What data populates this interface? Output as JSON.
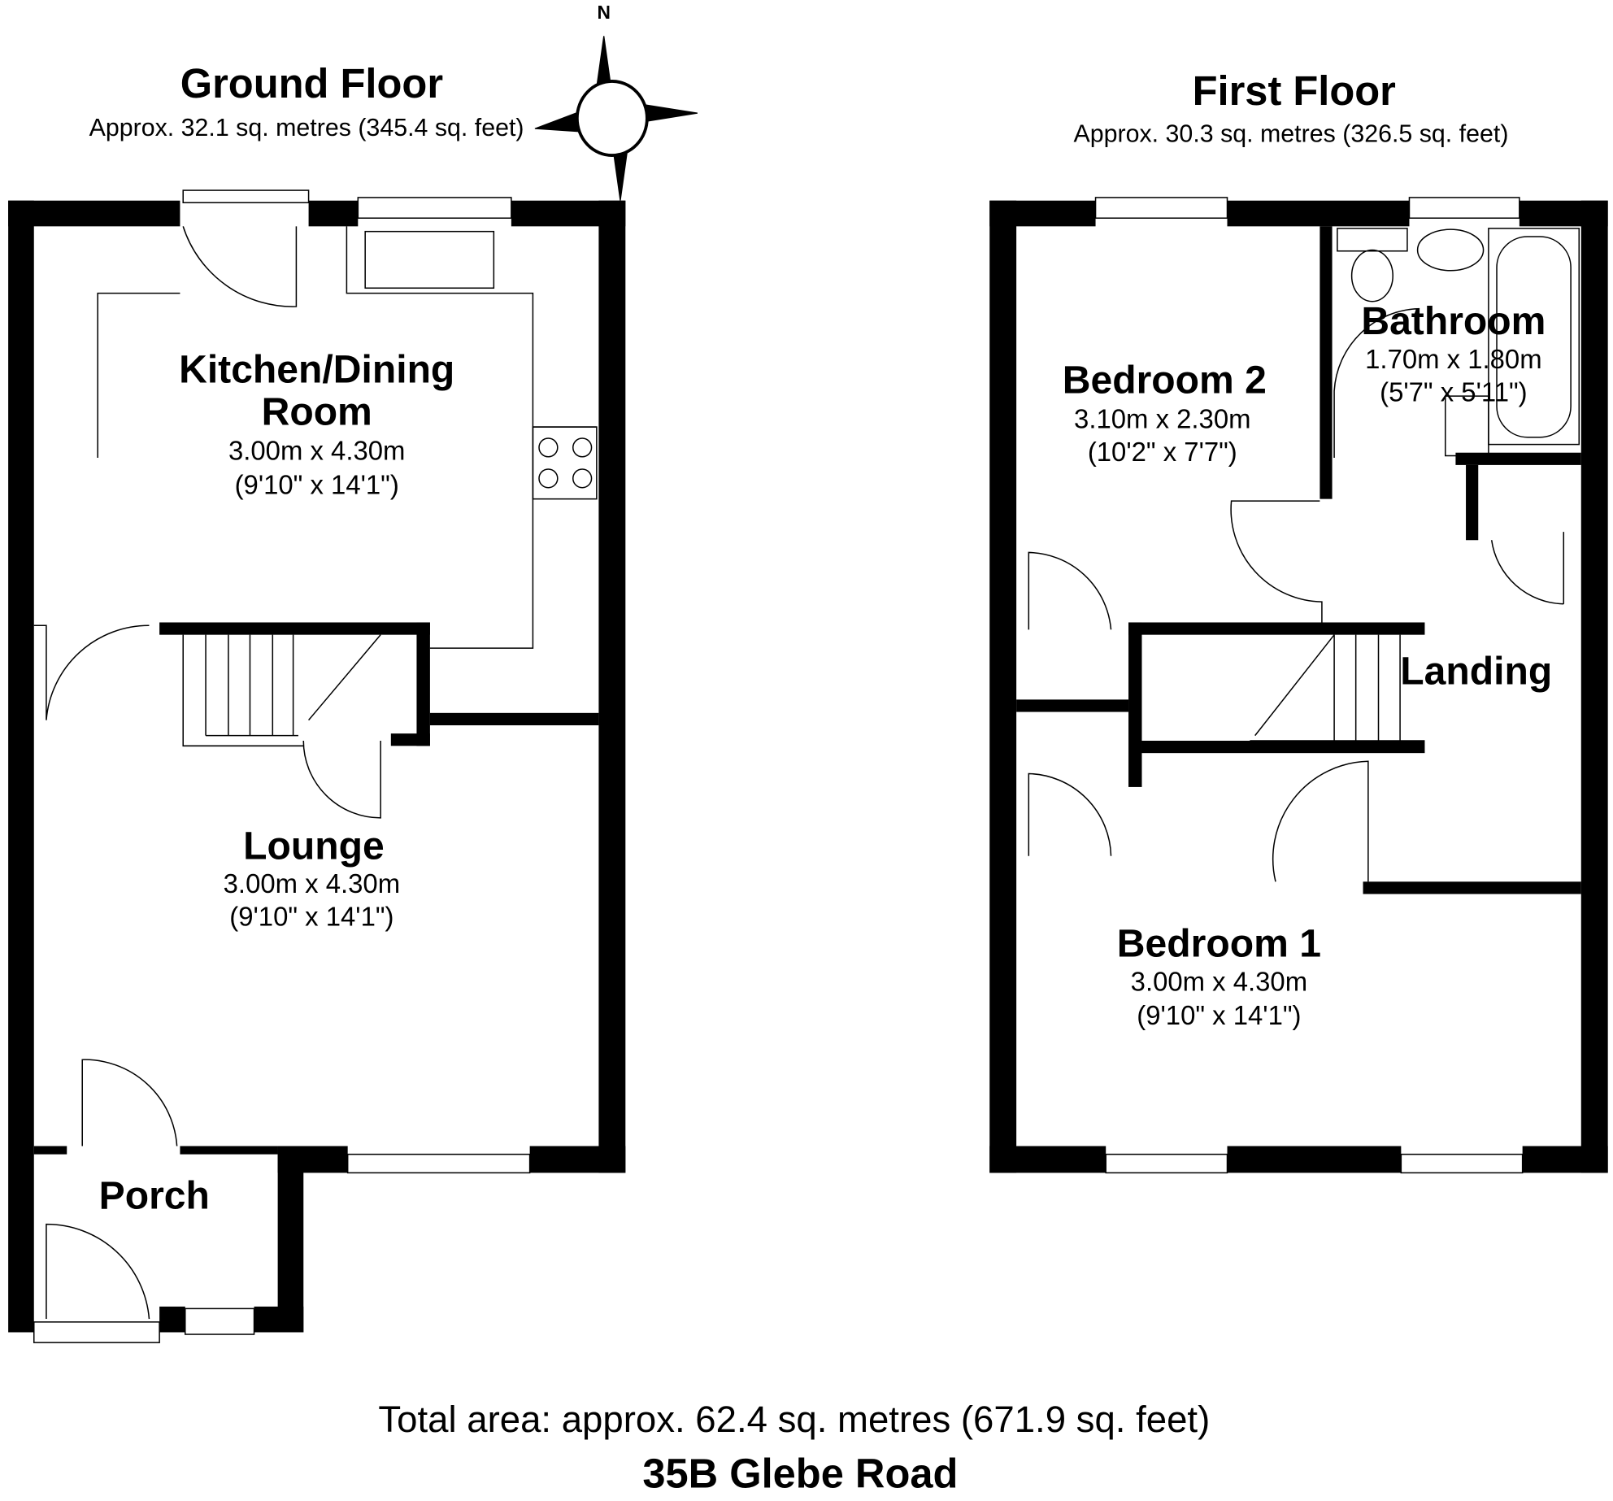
{
  "ground_floor": {
    "title": "Ground Floor",
    "area": "Approx. 32.1 sq. metres (345.4 sq. feet)",
    "rooms": [
      {
        "name_line1": "Kitchen/Dining",
        "name_line2": "Room",
        "size_m": "3.00m x 4.30m",
        "size_ft": "(9'10\" x 14'1\")"
      },
      {
        "name": "Lounge",
        "size_m": "3.00m x 4.30m",
        "size_ft": "(9'10\" x 14'1\")"
      },
      {
        "name": "Porch"
      }
    ]
  },
  "first_floor": {
    "title": "First Floor",
    "area": "Approx. 30.3 sq. metres (326.5 sq. feet)",
    "rooms": [
      {
        "name": "Bedroom 2",
        "size_m": "3.10m x 2.30m",
        "size_ft": "(10'2\" x 7'7\")"
      },
      {
        "name": "Bathroom",
        "size_m": "1.70m x 1.80m",
        "size_ft": "(5'7\" x 5'11\")"
      },
      {
        "name": "Landing"
      },
      {
        "name": "Bedroom 1",
        "size_m": "3.00m x 4.30m",
        "size_ft": "(9'10\" x 14'1\")"
      }
    ]
  },
  "compass": {
    "label": "N"
  },
  "footer": {
    "total_area": "Total area: approx. 62.4 sq. metres (671.9 sq. feet)",
    "address": "35B Glebe Road"
  }
}
